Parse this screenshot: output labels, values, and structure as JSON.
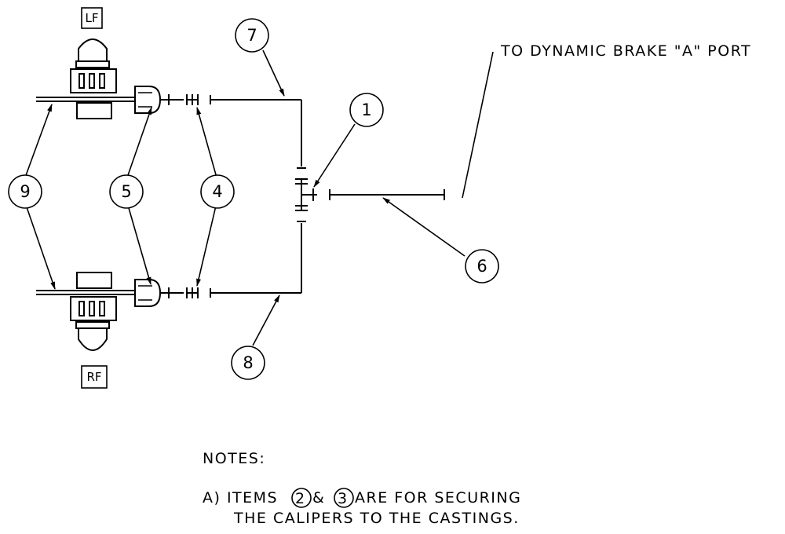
{
  "corners": {
    "top": "LF",
    "bottom": "RF"
  },
  "callout": "TO DYNAMIC BRAKE \"A\" PORT",
  "balloons": {
    "b1": "1",
    "b4": "4",
    "b5": "5",
    "b6": "6",
    "b7": "7",
    "b8": "8",
    "b9": "9"
  },
  "notes": {
    "heading": "NOTES:",
    "a_prefix": "A)  ITEMS",
    "a_item1": "2",
    "a_amp": "&",
    "a_item2": "3",
    "a_suffix": "ARE  FOR  SECURING",
    "a_line2": "THE  CALIPERS  TO  THE  CASTINGS."
  },
  "colors": {
    "ink": "#000000",
    "paper": "#ffffff"
  }
}
